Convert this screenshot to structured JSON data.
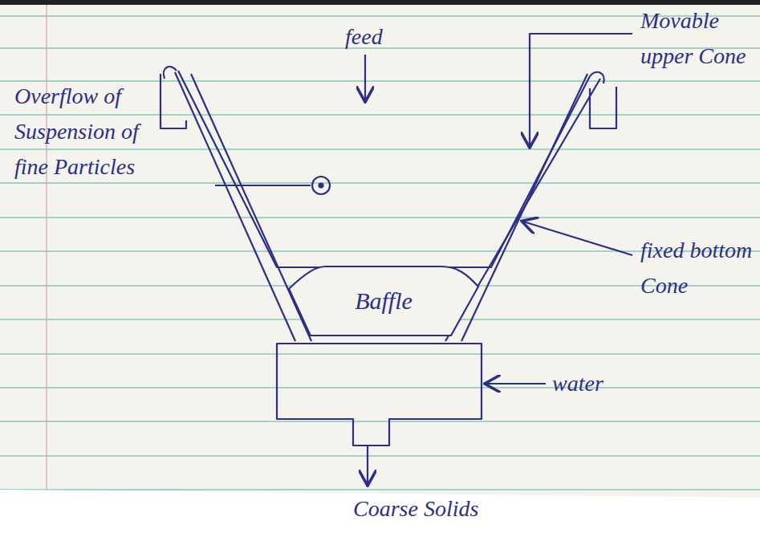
{
  "diagram": {
    "nodes": [
      {
        "text": [
          "Baffle"
        ]
      }
    ],
    "labels": [
      "Overflow of Suspension of fine Particles",
      "feed",
      "Movable upper Cone",
      "fixed bottom Cone",
      "water",
      "Coarse Solids"
    ]
  }
}
